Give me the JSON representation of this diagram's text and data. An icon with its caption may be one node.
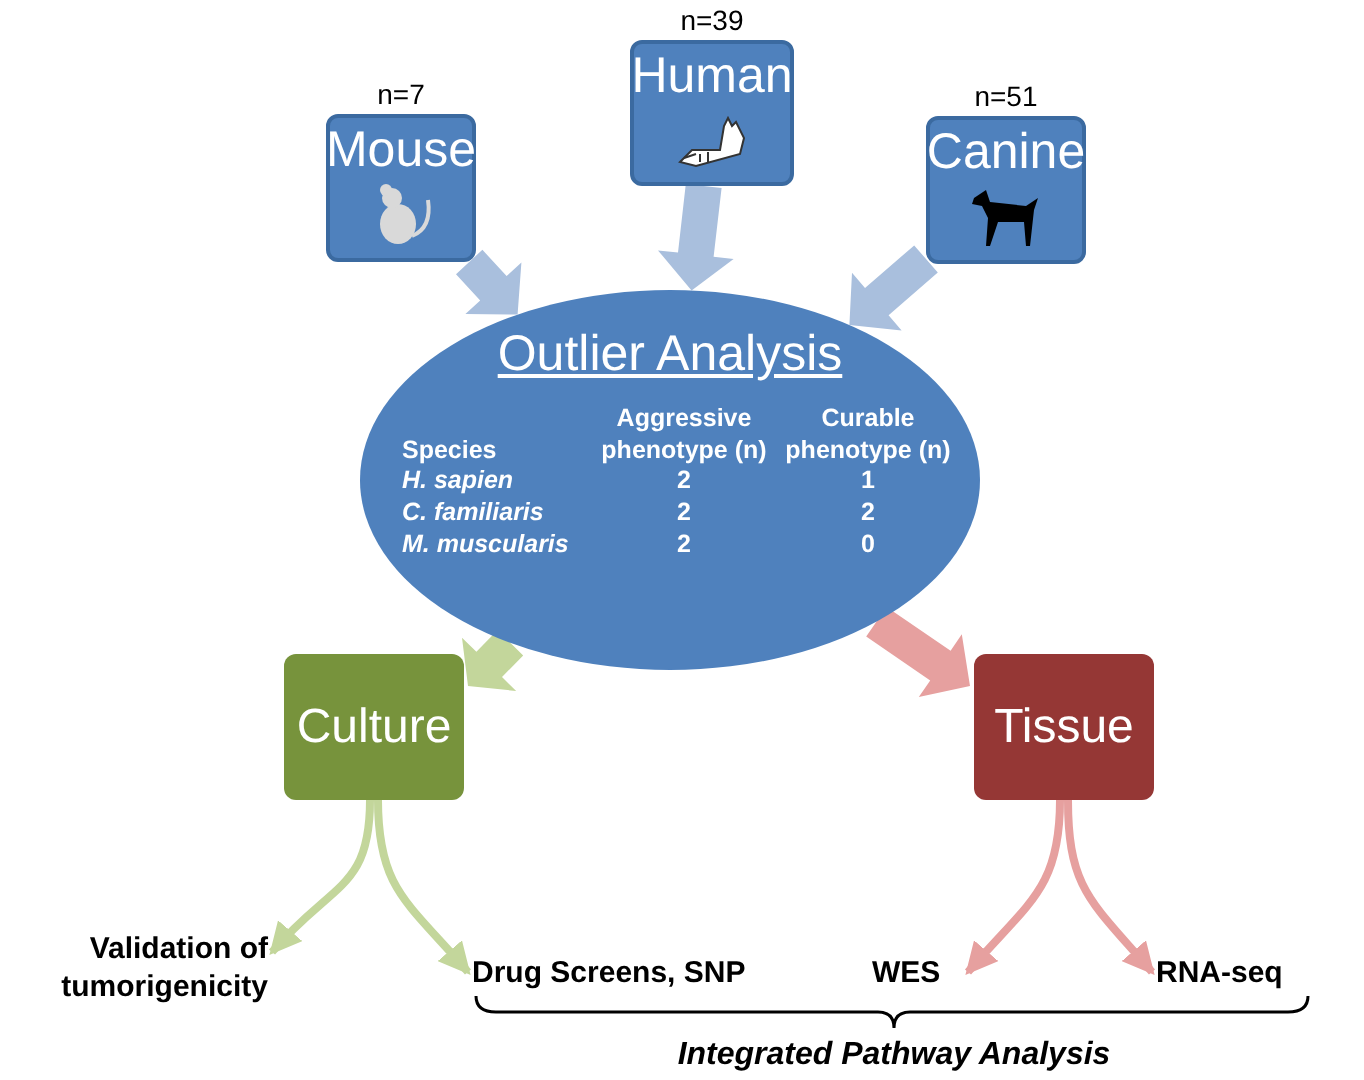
{
  "diagram": {
    "nodes": [
      {
        "text": [
          "Mouse"
        ],
        "beside": [
          "n=7"
        ]
      },
      {
        "text": [
          "Human"
        ],
        "beside": [
          "n=39"
        ]
      },
      {
        "text": [
          "Canine"
        ],
        "beside": [
          "n=51"
        ]
      },
      {
        "text": [
          "Outlier Analysis"
        ]
      },
      {
        "text": [
          "Culture"
        ]
      },
      {
        "text": [
          "Tissue"
        ]
      },
      {
        "text": [
          "Validation of tumorigenicity"
        ]
      },
      {
        "text": [
          "Drug Screens, SNP"
        ]
      },
      {
        "text": [
          "WES"
        ]
      },
      {
        "text": [
          "RNA-seq"
        ]
      }
    ],
    "edges": [
      {
        "from": 0,
        "to": 3,
        "arrow": "to",
        "style": "thick",
        "color": "#a9bfdd"
      },
      {
        "from": 1,
        "to": 3,
        "arrow": "to",
        "style": "thick",
        "color": "#a9bfdd"
      },
      {
        "from": 2,
        "to": 3,
        "arrow": "to",
        "style": "thick",
        "color": "#a9bfdd"
      },
      {
        "from": 3,
        "to": 4,
        "arrow": "to",
        "style": "thick",
        "color": "#c3d69b"
      },
      {
        "from": 3,
        "to": 5,
        "arrow": "to",
        "style": "thick",
        "color": "#e6a09f"
      },
      {
        "from": 4,
        "to": 6,
        "arrow": "to",
        "color": "#c3d69b"
      },
      {
        "from": 4,
        "to": 7,
        "arrow": "to",
        "color": "#c3d69b"
      },
      {
        "from": 5,
        "to": 8,
        "arrow": "to",
        "color": "#e6a09f"
      },
      {
        "from": 5,
        "to": 9,
        "arrow": "to",
        "color": "#e6a09f"
      }
    ],
    "labels": [
      "Species",
      "Aggressive phenotype (n)",
      "Curable phenotype (n)",
      "H. sapien",
      "2",
      "1",
      "C. familiaris",
      "2",
      "2",
      "M. muscularis",
      "2",
      "0",
      "Integrated Pathway Analysis"
    ]
  }
}
